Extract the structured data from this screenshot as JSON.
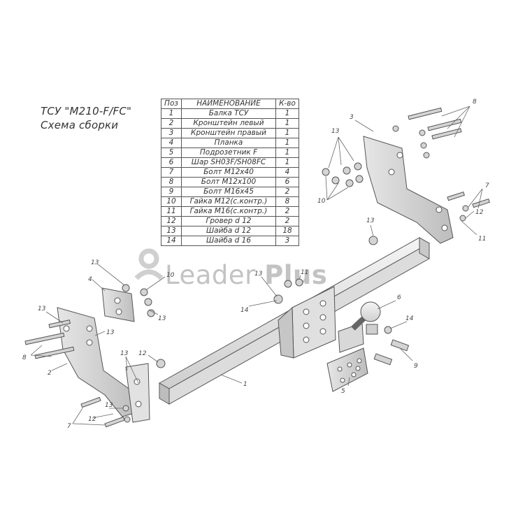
{
  "title_line1": "ТСУ \"М210-F/FC\"",
  "title_line2": "Схема сборки",
  "table": {
    "headers": [
      "Поз",
      "НАИМЕНОВАНИЕ",
      "К-во"
    ],
    "rows": [
      [
        "1",
        "Балка ТСУ",
        "1"
      ],
      [
        "2",
        "Кронштейн левый",
        "1"
      ],
      [
        "3",
        "Кронштейн правый",
        "1"
      ],
      [
        "4",
        "Планка",
        "1"
      ],
      [
        "5",
        "Подрозетник F",
        "1"
      ],
      [
        "6",
        "Шар SH03F/SH08FC",
        "1"
      ],
      [
        "7",
        "Болт М12х40",
        "4"
      ],
      [
        "8",
        "Болт М12х100",
        "6"
      ],
      [
        "9",
        "Болт М16х45",
        "2"
      ],
      [
        "10",
        "Гайка М12(с.контр.)",
        "8"
      ],
      [
        "11",
        "Гайка М16(с.контр.)",
        "2"
      ],
      [
        "12",
        "Гровер d 12",
        "2"
      ],
      [
        "13",
        "Шайба d 12",
        "18"
      ],
      [
        "14",
        "Шайба d 16",
        "3"
      ]
    ]
  },
  "watermark": {
    "brand": "Leader",
    "brand_bold": "Plus"
  },
  "callouts": [
    "8",
    "13",
    "3",
    "10",
    "7",
    "12",
    "13",
    "11",
    "13",
    "14",
    "11",
    "6",
    "4",
    "13",
    "10",
    "13",
    "13",
    "8",
    "2",
    "13",
    "12",
    "13",
    "1",
    "14",
    "9",
    "5",
    "7",
    "12",
    "13"
  ]
}
